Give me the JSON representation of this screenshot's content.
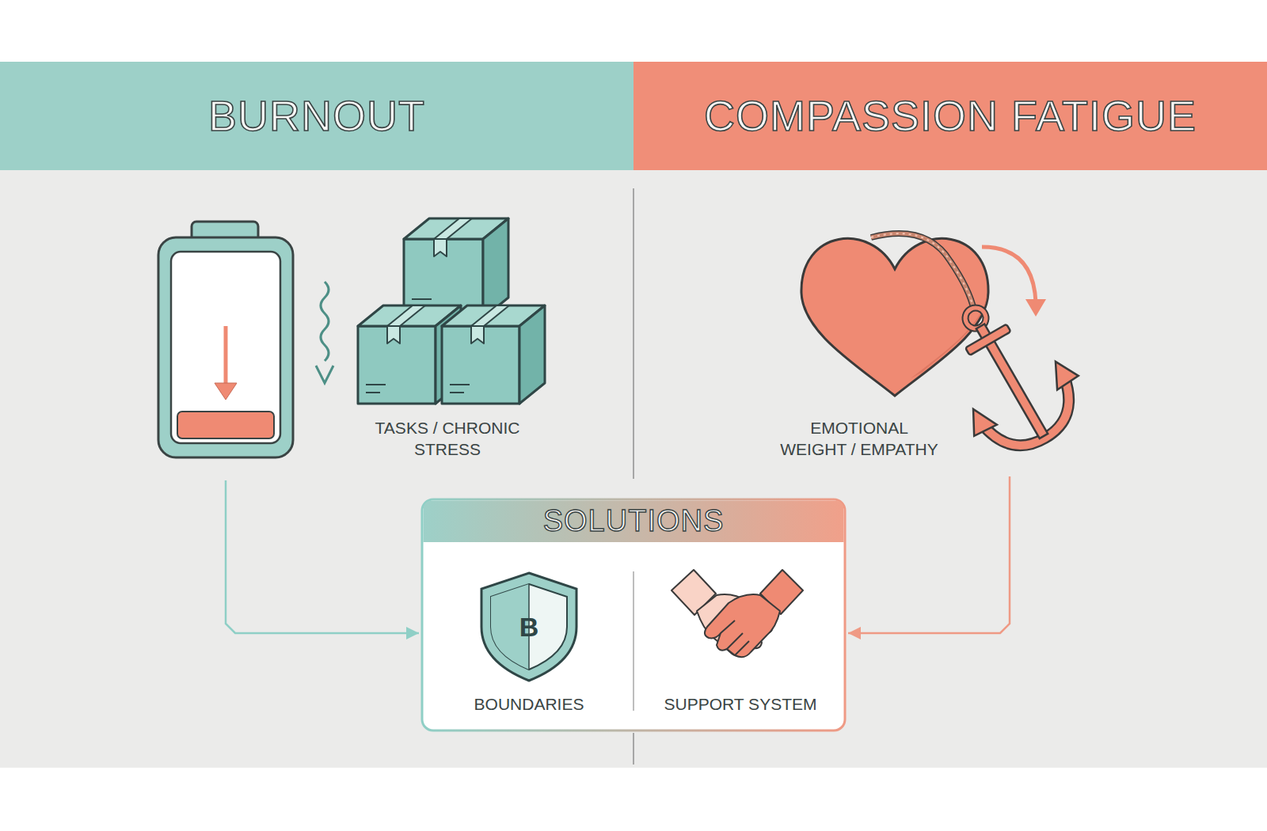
{
  "diagram": {
    "nodes": [
      {
        "text": [
          "BURNOUT"
        ]
      },
      {
        "text": [
          "COMPASSION FATIGUE"
        ]
      },
      {
        "text": [
          "TASKS / CHRONIC STRESS"
        ]
      },
      {
        "text": [
          "EMOTIONAL WEIGHT / EMPATHY"
        ]
      },
      {
        "text": [
          "SOLUTIONS"
        ]
      },
      {
        "text": [
          "BOUNDARIES"
        ],
        "in": 4
      },
      {
        "text": [
          "SUPPORT SYSTEM"
        ],
        "in": 4
      }
    ],
    "edges": [
      {
        "from": 2,
        "to": 4,
        "arrow": "to"
      },
      {
        "from": 3,
        "to": 4,
        "arrow": "to"
      }
    ],
    "labels": [
      "B"
    ]
  }
}
